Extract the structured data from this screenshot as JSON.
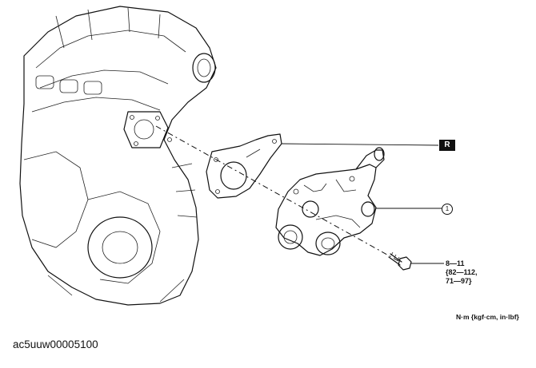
{
  "diagram": {
    "reference_mark": "R",
    "callout_number": "1",
    "torque_spec": [
      "8—11",
      "{82—112,",
      "71—97}"
    ],
    "units": "N·m {kgf·cm, in·lbf}",
    "document_id": "ac5uuw00005100"
  }
}
